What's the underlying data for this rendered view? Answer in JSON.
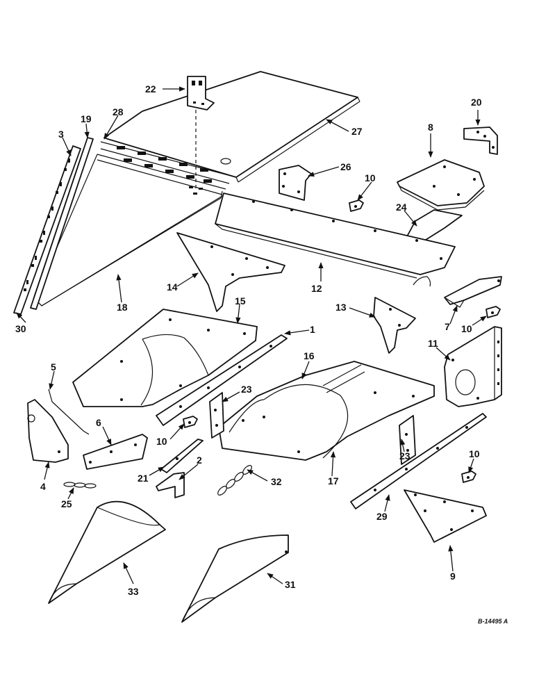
{
  "labels": {
    "l1": "1",
    "l2": "2",
    "l3": "3",
    "l4": "4",
    "l5": "5",
    "l6": "6",
    "l7": "7",
    "l8": "8",
    "l9": "9",
    "l10a": "10",
    "l10b": "10",
    "l10c": "10",
    "l10d": "10",
    "l11": "11",
    "l12": "12",
    "l13": "13",
    "l14": "14",
    "l15": "15",
    "l16": "16",
    "l17": "17",
    "l18": "18",
    "l19": "19",
    "l20": "20",
    "l21": "21",
    "l22": "22",
    "l23a": "23",
    "l23b": "23",
    "l24": "24",
    "l25": "25",
    "l26": "26",
    "l27": "27",
    "l28": "28",
    "l29": "29",
    "l30": "30",
    "l31": "31",
    "l32": "32",
    "l33": "33"
  },
  "reference": "B-14495 A"
}
